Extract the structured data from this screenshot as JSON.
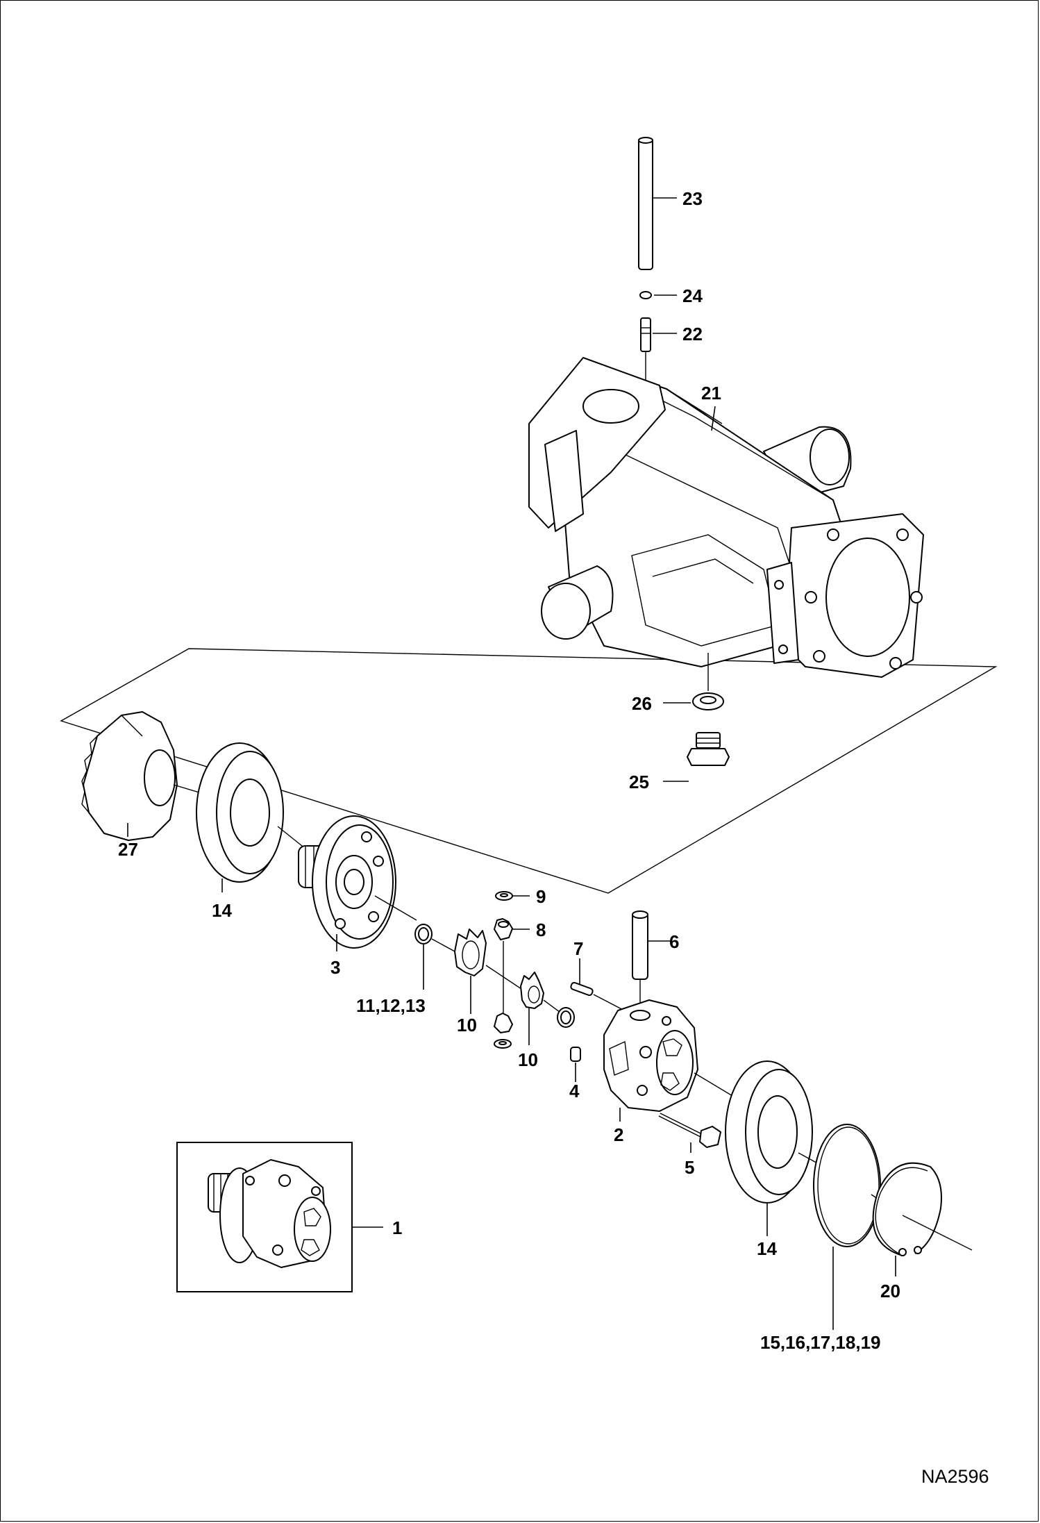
{
  "callouts": {
    "c1": "1",
    "c2": "2",
    "c3": "3",
    "c4": "4",
    "c5": "5",
    "c6": "6",
    "c7": "7",
    "c8": "8",
    "c9": "9",
    "c10a": "10",
    "c10b": "10",
    "c11_13": "11,12,13",
    "c14a": "14",
    "c14b": "14",
    "c15_19": "15,16,17,18,19",
    "c20": "20",
    "c21": "21",
    "c22": "22",
    "c23": "23",
    "c24": "24",
    "c25": "25",
    "c26": "26",
    "c27": "27"
  },
  "figure_ref": "NA2596"
}
